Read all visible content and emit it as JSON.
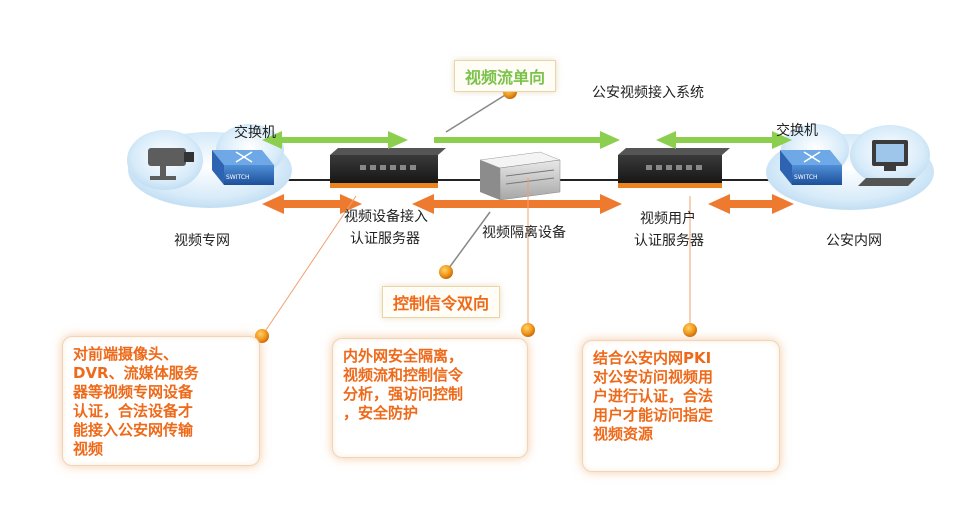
{
  "tags": {
    "video_one_way": "视频流单向",
    "control_two_way": "控制信令双向"
  },
  "labels": {
    "system": "公安视频接入系统",
    "switch_left": "交换机",
    "switch_right": "交换机",
    "video_private_network": "视频专网",
    "device_auth_server_line1": "视频设备接入",
    "device_auth_server_line2": "认证服务器",
    "isolation_device": "视频隔离设备",
    "user_auth_server_line1": "视频用户",
    "user_auth_server_line2": "认证服务器",
    "police_intranet": "公安内网",
    "switch_brand": "SWITCH"
  },
  "notes": {
    "left": "对前端摄像头、\nDVR、流媒体服务\n器等视频专网设备\n认证，合法设备才\n能接入公安网传输\n视频",
    "middle": "内外网安全隔离，\n视频流和控制信令\n分析，强访问控制\n，安全防护",
    "right": "结合公安内网PKI\n对公安访问视频用\n户进行认证，合法\n用户才能访问指定\n视频资源"
  },
  "colors": {
    "green_arrow": "#8ccf4e",
    "orange_arrow": "#ee7a30",
    "orange_text": "#ee6a1a",
    "green_text": "#7ac24a",
    "cloud": "#cfe6f7"
  }
}
